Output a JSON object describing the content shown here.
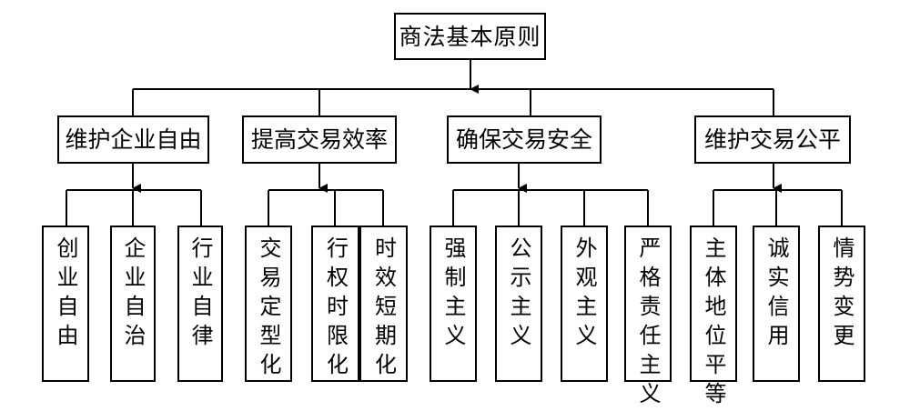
{
  "root": {
    "label": "商法基本原则"
  },
  "principles": [
    {
      "label": "维护企业自由",
      "items": [
        "创业自由",
        "企业自治",
        "行业自律"
      ]
    },
    {
      "label": "提高交易效率",
      "items": [
        "交易定型化",
        "行权时限化",
        "时效短期化"
      ]
    },
    {
      "label": "确保交易安全",
      "items": [
        "强制主义",
        "公示主义",
        "外观主义",
        "严格责任主义"
      ]
    },
    {
      "label": "维护交易公平",
      "items": [
        "主体地位平等",
        "诚实信用",
        "情势变更"
      ]
    }
  ]
}
